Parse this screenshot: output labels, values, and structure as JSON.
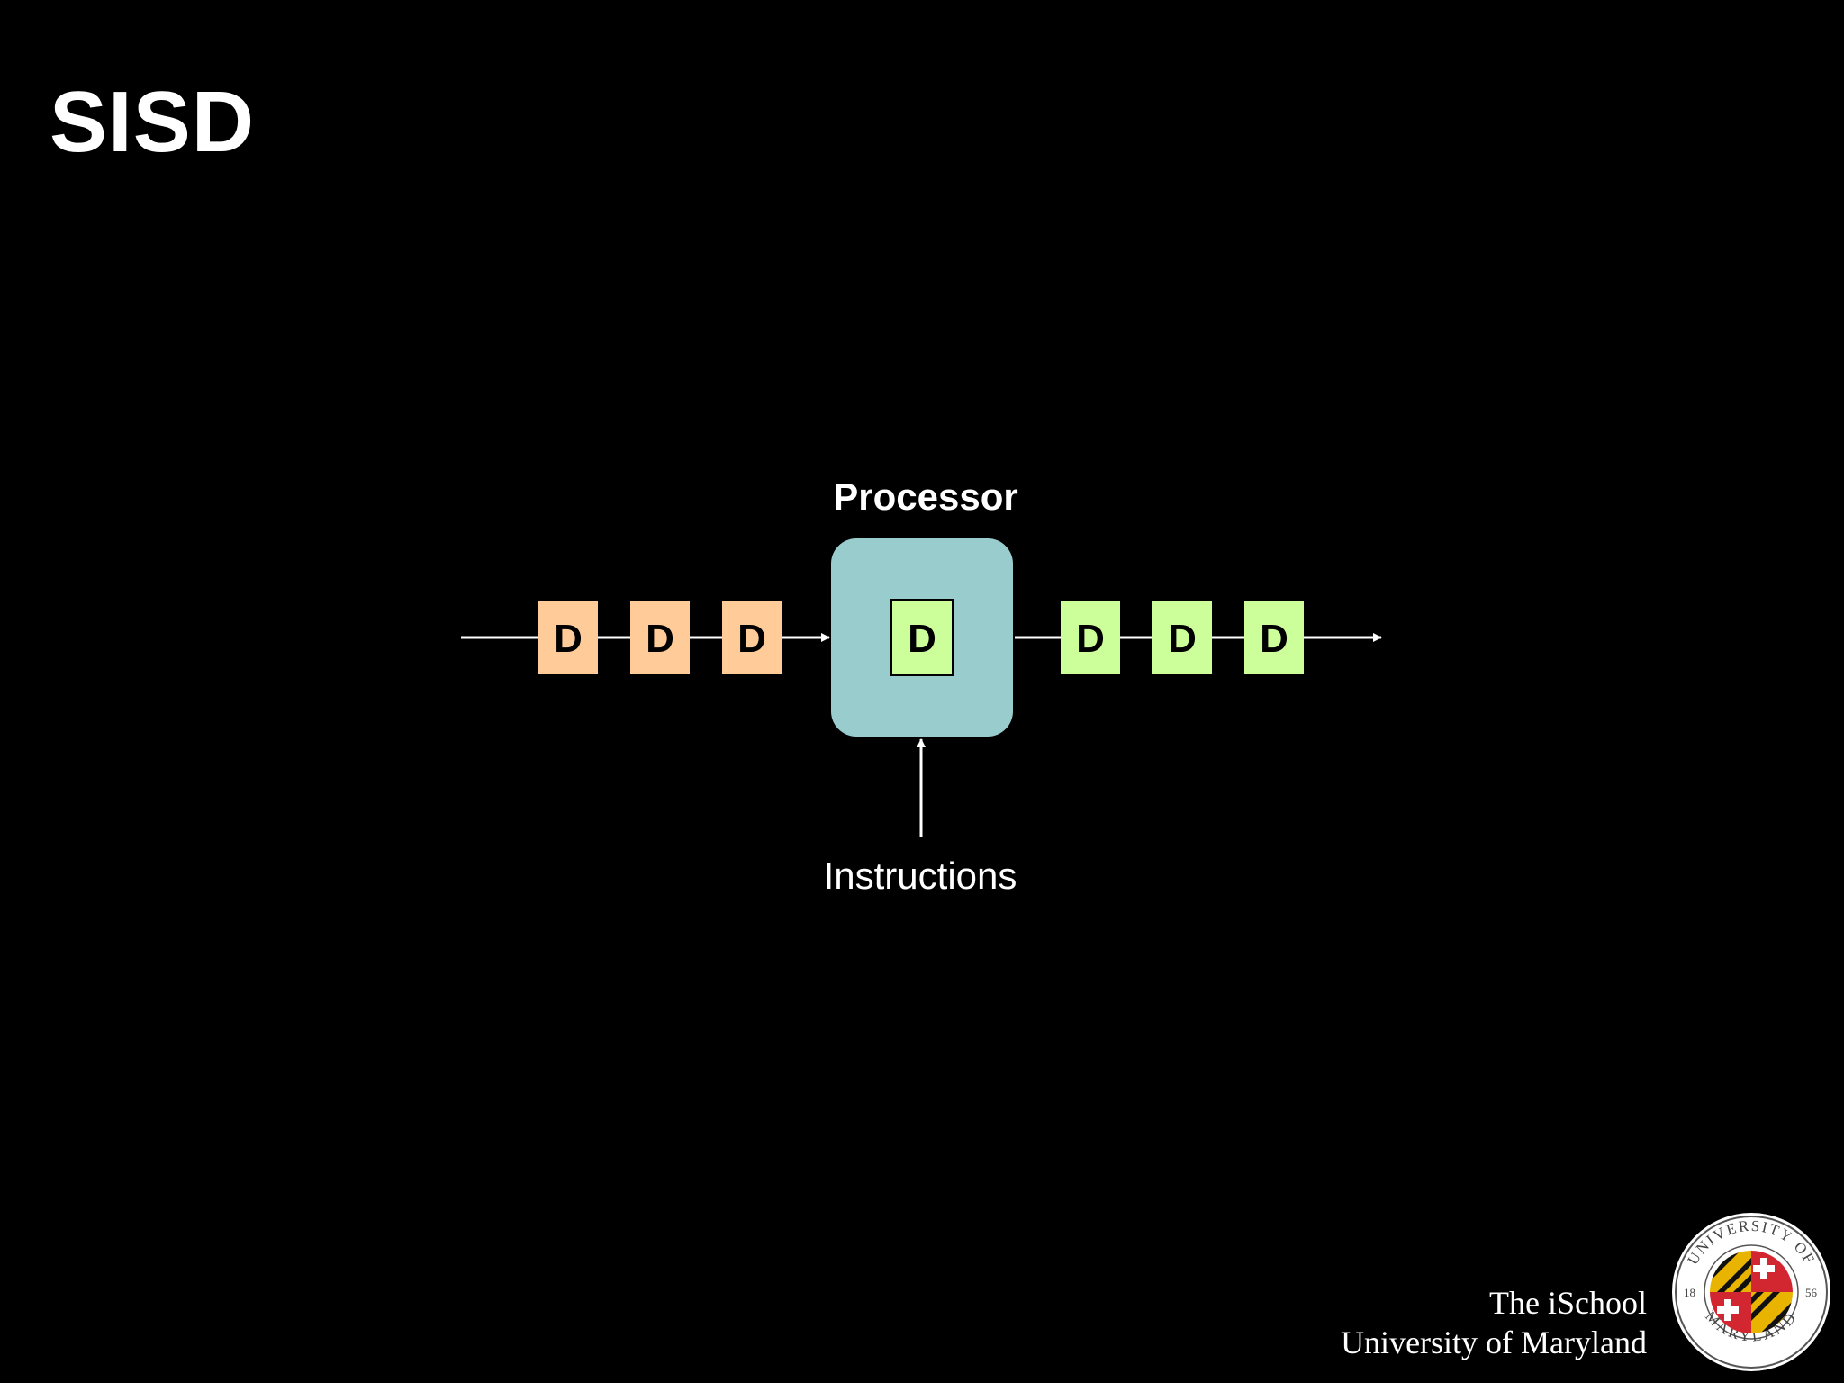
{
  "slide": {
    "title": "SISD"
  },
  "diagram": {
    "processor_label": "Processor",
    "instructions_label": "Instructions",
    "input_data": [
      "D",
      "D",
      "D"
    ],
    "current_data": "D",
    "output_data": [
      "D",
      "D",
      "D"
    ],
    "colors": {
      "input_box": "#FFCC99",
      "output_box": "#CCFF99",
      "processor": "#99CCCC",
      "line": "#FFFFFF"
    }
  },
  "footer": {
    "line1": "The iSchool",
    "line2": "University of Maryland"
  },
  "seal": {
    "top_text": "UNIVERSITY OF",
    "bottom_text": "MARYLAND",
    "year_left": "18",
    "year_right": "56"
  }
}
